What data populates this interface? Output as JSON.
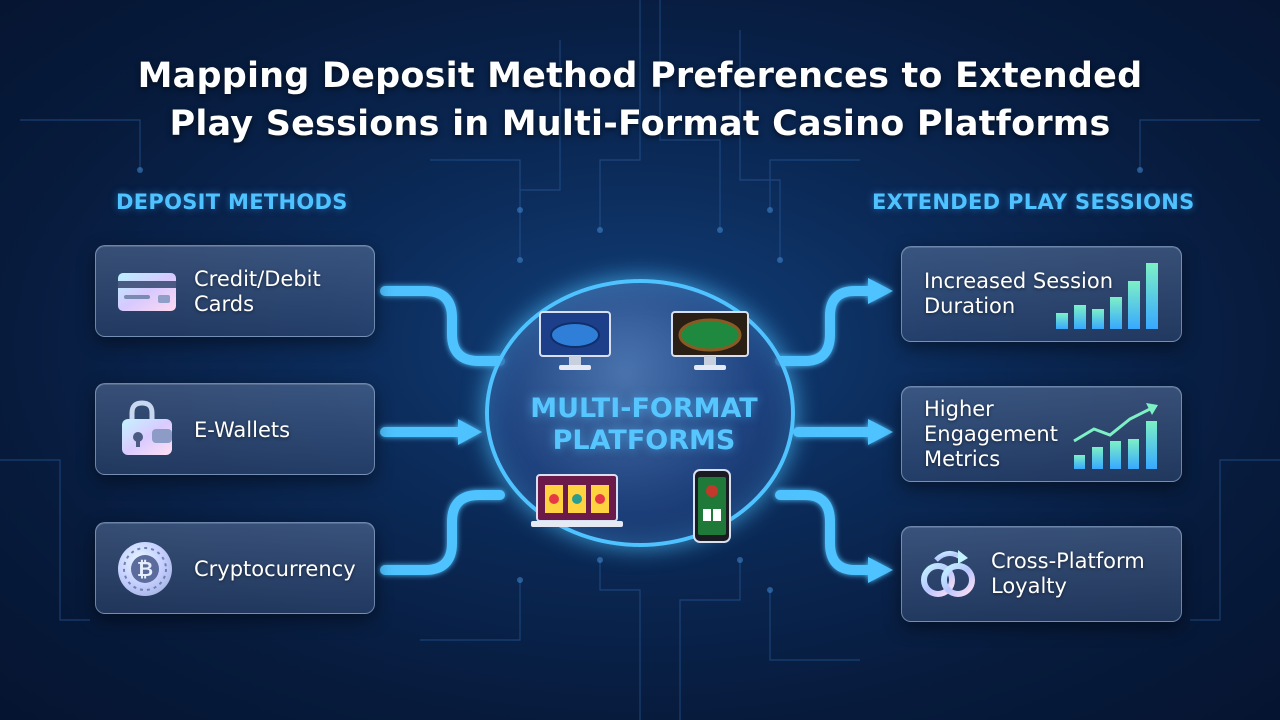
{
  "title": {
    "line1": "Mapping Deposit Method Preferences to Extended",
    "line2": "Play Sessions in Multi-Format Casino Platforms"
  },
  "left_heading": "DEPOSIT METHODS",
  "right_heading": "EXTENDED PLAY SESSIONS",
  "deposit_methods": [
    {
      "line1": "Credit/Debit",
      "line2": "Cards",
      "icon": "credit-card-icon"
    },
    {
      "line1": "E-Wallets",
      "icon": "wallet-lock-icon"
    },
    {
      "line1": "Cryptocurrency",
      "icon": "bitcoin-coin-icon"
    }
  ],
  "hub": {
    "line1": "MULTI-FORMAT",
    "line2": "PLATFORMS",
    "devices": [
      "desktop-poker-icon",
      "desktop-table-icon",
      "laptop-slots-icon",
      "phone-blackjack-icon"
    ]
  },
  "outcomes": [
    {
      "line1": "Increased Session",
      "line2": "Duration",
      "icon": "bar-chart-icon"
    },
    {
      "line1": "Higher",
      "line2": "Engagement",
      "line3": "Metrics",
      "icon": "trend-chart-icon"
    },
    {
      "line1": "Cross-Platform",
      "line2": "Loyalty",
      "icon": "loop-rings-icon"
    }
  ],
  "colors": {
    "accent": "#4fc3ff",
    "background": "#0b2a58",
    "card_border": "#aac3e6",
    "text": "#ffffff"
  }
}
